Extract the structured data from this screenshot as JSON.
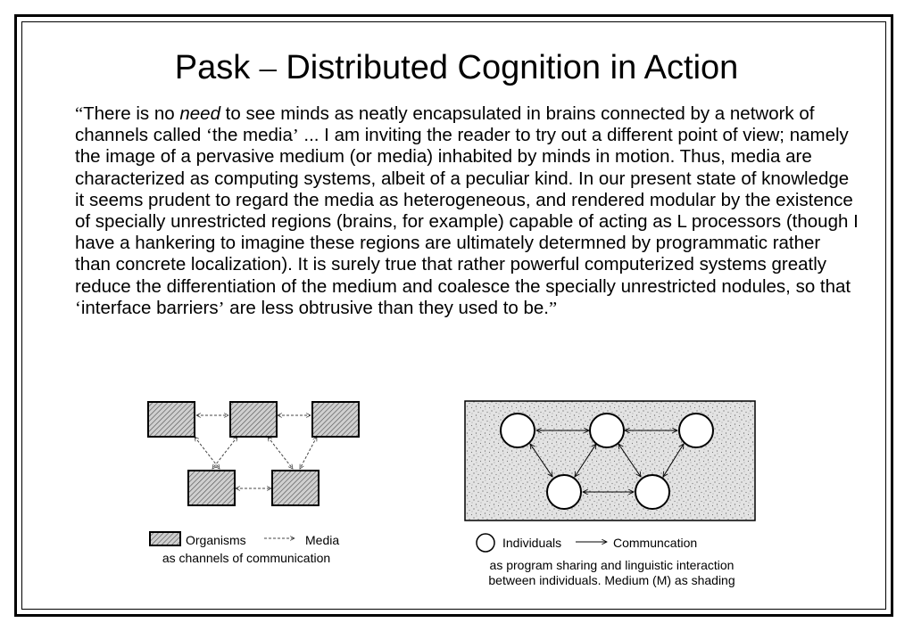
{
  "slide": {
    "title_left": "Pask ",
    "title_dash": "–",
    "title_right": " Distributed Cognition in Action",
    "quote": {
      "open_mark": "“",
      "before_emphasis": "There is no ",
      "emphasis": "need",
      "part2": " to see minds as neatly encapsulated in brains connected by a network of channels called ",
      "q1_open": "‘",
      "q1_text": "the media",
      "q1_close": "’",
      "part3": " ... I am inviting the reader to try out a different point of view; namely the image of a pervasive medium (or media) inhabited by minds in motion. Thus, media are characterized as computing systems, albeit of a peculiar kind. In our present state of knowledge it seems prudent to regard the media as heterogeneous, and rendered modular by the existence of specially unrestricted regions (brains, for example) capable of acting as L processors (though I have a hankering to imagine these regions are ultimately determned by programmatic rather than concrete localization). It is surely true that rather powerful computerized systems greatly reduce the differentiation of the medium and coalesce the specially unrestricted nodules, so that ",
      "q2_open": "‘",
      "q2_text": "interface barriers",
      "q2_close": "’",
      "part4": " are less obtrusive than they used to be.",
      "close_mark": "”"
    }
  },
  "left_diagram": {
    "legend_organisms": "Organisms",
    "legend_media": "Media",
    "caption": "as channels of communication"
  },
  "right_diagram": {
    "legend_individuals": "Individuals",
    "legend_communication": "Communcation",
    "caption_line1": "as program sharing and linguistic interaction",
    "caption_line2": "between individuals. Medium (M) as shading"
  }
}
